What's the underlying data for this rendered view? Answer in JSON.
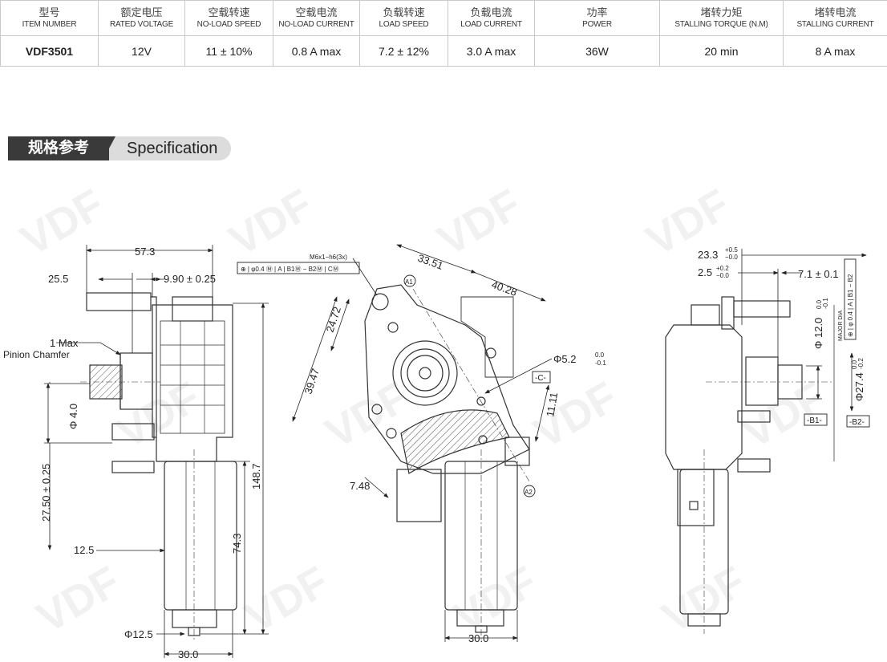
{
  "spec_table": {
    "columns": [
      {
        "cn": "型号",
        "en": "ITEM NUMBER"
      },
      {
        "cn": "额定电压",
        "en": "RATED VOLTAGE"
      },
      {
        "cn": "空载转速",
        "en": "NO-LOAD SPEED"
      },
      {
        "cn": "空载电流",
        "en": "NO-LOAD CURRENT"
      },
      {
        "cn": "负载转速",
        "en": "LOAD SPEED"
      },
      {
        "cn": "负载电流",
        "en": "LOAD CURRENT"
      },
      {
        "cn": "功率",
        "en": "POWER"
      },
      {
        "cn": "堵转力矩",
        "en": "STALLING TORQUE (N.M)"
      },
      {
        "cn": "堵转电流",
        "en": "STALLING CURRENT"
      }
    ],
    "values": [
      "VDF3501",
      "12V",
      "11 ± 10%",
      "0.8 A max",
      "7.2 ± 12%",
      "3.0 A max",
      "36W",
      "20 min",
      "8 A max"
    ]
  },
  "section": {
    "cn": "规格参考",
    "en": "Specification"
  },
  "watermark": "VDF",
  "drawing": {
    "left": {
      "d_57_3": "57.3",
      "d_25_5": "25.5",
      "d_9_90": "9.90 ± 0.25",
      "d_1max": "1 Max",
      "pinion": "Pinion Chamfer",
      "d_phi4": "Φ 4.0",
      "d_27_50": "27.50 ± 0.25",
      "d_148_7": "148.7",
      "d_74_3": "74.3",
      "d_12_5": "12.5",
      "d_phi12_5": "Φ12.5",
      "d_30_0": "30.0"
    },
    "middle": {
      "d_33_51": "33.51",
      "d_40_28": "40.28",
      "d_24_72": "24.72",
      "d_39_47": "39.47",
      "d_7_48": "7.48",
      "d_11_11": "11.11",
      "d_phi5_2": "Φ5.2",
      "tol_5_2_up": "0.0",
      "tol_5_2_dn": "-0.1",
      "thread": "M6x1−h6(3x)",
      "fcf": "⊕ | φ0.4 Ⓜ | A | B1Ⓜ − B2Ⓜ | CⓂ",
      "datum_c": "-C-",
      "a1": "A1",
      "a2": "A2",
      "d_30_0": "30.0"
    },
    "right": {
      "d_23_3": "23.3",
      "tol_23_3_up": "+0.5",
      "tol_23_3_dn": "−0.0",
      "d_2_5": "2.5",
      "tol_2_5_up": "+0.2",
      "tol_2_5_dn": "−0.0",
      "d_7_1": "7.1 ± 0.1",
      "d_phi12": "Φ 12.0",
      "tol_12_up": "0.0",
      "tol_12_dn": "-0.1",
      "major_dia": "MAJOR DIA",
      "fcf_right": "⊕ | φ 0.4 | A | B1 − B2",
      "d_phi27_4": "Φ27.4",
      "tol_27_up": "0.0",
      "tol_27_dn": "-0.2",
      "datum_b1": "-B1-",
      "datum_b2": "-B2-"
    }
  }
}
